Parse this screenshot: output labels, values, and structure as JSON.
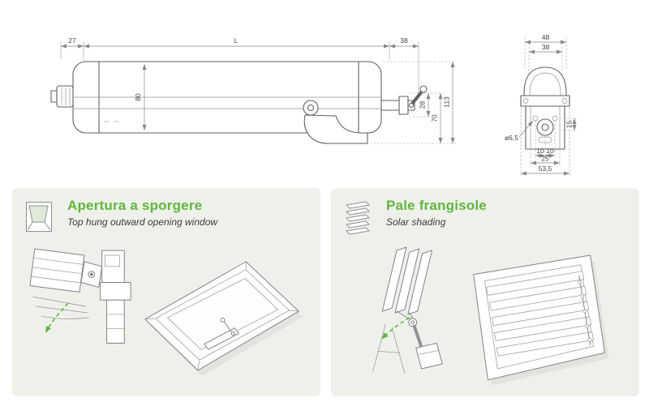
{
  "accent_color": "#5fb73e",
  "panel_background": "#eef0ea",
  "technical_drawing": {
    "side_view": {
      "dim_left": "27",
      "dim_length": "L",
      "dim_right": "38",
      "dim_body_height": "80",
      "dim_rod_offset": "28",
      "dim_bracket_height": "70",
      "dim_total_height": "113"
    },
    "end_view": {
      "dim_outer_width": "48",
      "dim_inner_width": "38",
      "dim_hole_diameter": "ø6,5",
      "dim_side_height": "15",
      "dim_hole_left": "10",
      "dim_hole_right": "10",
      "dim_hole_spacing": "25",
      "dim_base_width": "53,5"
    }
  },
  "panels": [
    {
      "id": "top-hung-window",
      "icon": "top-hung-window-icon",
      "title": "Apertura a sporgere",
      "subtitle": "Top hung outward opening window"
    },
    {
      "id": "solar-shading",
      "icon": "solar-shading-icon",
      "title": "Pale frangisole",
      "subtitle": "Solar shading"
    }
  ]
}
